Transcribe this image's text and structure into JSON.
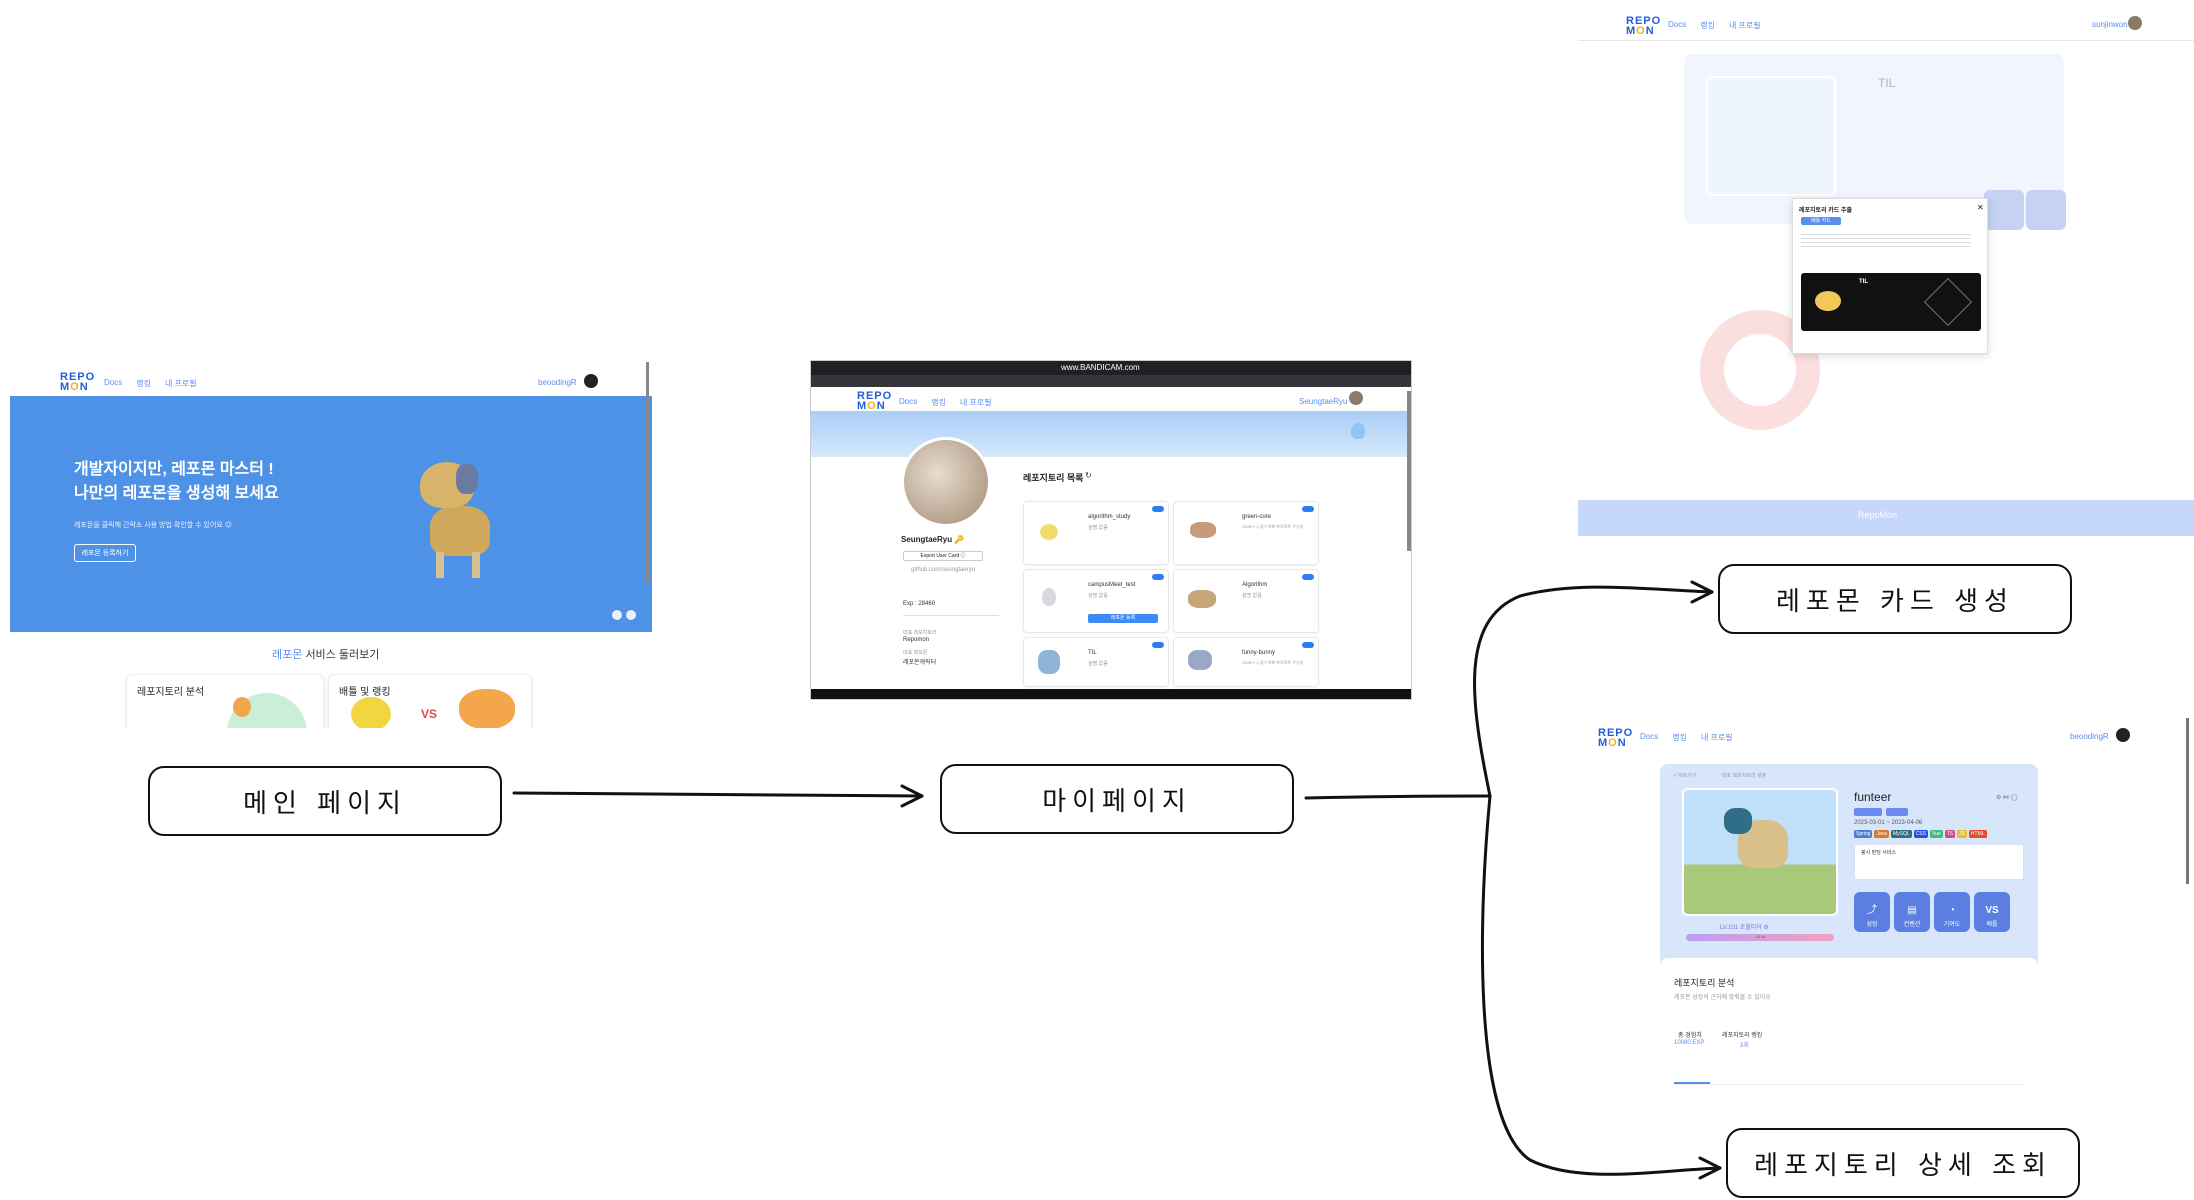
{
  "flow": {
    "main_page": "메인 페이지",
    "my_page": "마이페이지",
    "card_gen": "레포몬 카드 생성",
    "repo_detail": "레포지토리 상세 조회"
  },
  "common": {
    "logo_top": "REPO",
    "logo_bottom": "MON",
    "nav": [
      "Docs",
      "랭킹",
      "내 프로필"
    ]
  },
  "main_screen": {
    "user": "beoodingR",
    "hero_line1": "개발자이지만, 레포몬 마스터 !",
    "hero_line2": "나만의 레포몬을 생성해 보세요",
    "hero_sub": "레포몬을 클릭해 간략소 사용 방법 확인할 수 있어요 😉",
    "hero_button": "레포몬 등록하기",
    "service_highlight": "레포몬",
    "service_rest": "서비스 둘러보기",
    "card1": "레포지토리 분석",
    "card2": "배틀 및 랭킹"
  },
  "my_screen": {
    "bandicam": "www.BANDICAM.com",
    "user": "SeungtaeRyu",
    "username": "SeungtaeRyu 🔑",
    "export_btn": "Export User Card ⓘ",
    "github": "github.com/seungtaeryu",
    "exp": "Exp : 28460",
    "repo_list_title": "레포지토리 목록",
    "repos": [
      {
        "name": "algorithm_study",
        "sub": "설명 없음"
      },
      {
        "name": "green-core",
        "sub": "SSAFY 1 광기 특화 프로젝트 우수상"
      },
      {
        "name": "campusMeet_test",
        "sub": "설명 없음"
      },
      {
        "name": "Algorithm",
        "sub": "설명 없음"
      },
      {
        "name": "TIL",
        "sub": "설명 없음"
      },
      {
        "name": "funny-bunny",
        "sub": "SSAFY 1 광기 특화 프로젝트 우수상"
      }
    ],
    "register_btn": "레포몬 등록",
    "side_label1": "대표 레포지토리",
    "side_value1": "Repomon",
    "side_label2": "대표 레포몬",
    "side_value2": "레포몬캐릭터"
  },
  "card_screen": {
    "user": "sunjinwon",
    "repo_title": "TIL",
    "modal_title": "레포지토리 카드 추출",
    "modal_tab": "배틀 카드",
    "card_repo": "TIL",
    "footer_brand": "RepoMon"
  },
  "detail_screen": {
    "user": "beoodingR",
    "breadcrumb": "< 뒤로가기",
    "breadcrumb2": "대표 레포지토리 설정",
    "title": "funteer",
    "date": "2023-03-01 ~ 2023-04-06",
    "level": "LV.101 초월티어 ⚙",
    "exp_pct": "41 %",
    "tags": [
      "Spring",
      "Java",
      "MySQL",
      "CSS",
      "Vue",
      "TS",
      "JS",
      "HTML"
    ],
    "readme": "봉사 펀딩 서비스",
    "actions": [
      "성장",
      "컨벤션",
      "기여도",
      "배틀"
    ],
    "analysis_title": "레포지토리 분석",
    "analysis_sub": "레포몬 성장의 근거에 맞춰볼 수 있어요",
    "total_exp_label": "총 경험치",
    "total_exp_value": "10080 EXP",
    "rank_label": "레포지토리 랭킹",
    "rank_value": "3위",
    "stat_label_1": "총 경험치",
    "stat_label_2": "레포지토리 랭킹"
  },
  "colors": {
    "hero_blue": "#4e92e8",
    "accent_blue": "#2f7cf6",
    "logo_yellow": "#f2b01e",
    "panel_blue": "#d8e6fb"
  }
}
